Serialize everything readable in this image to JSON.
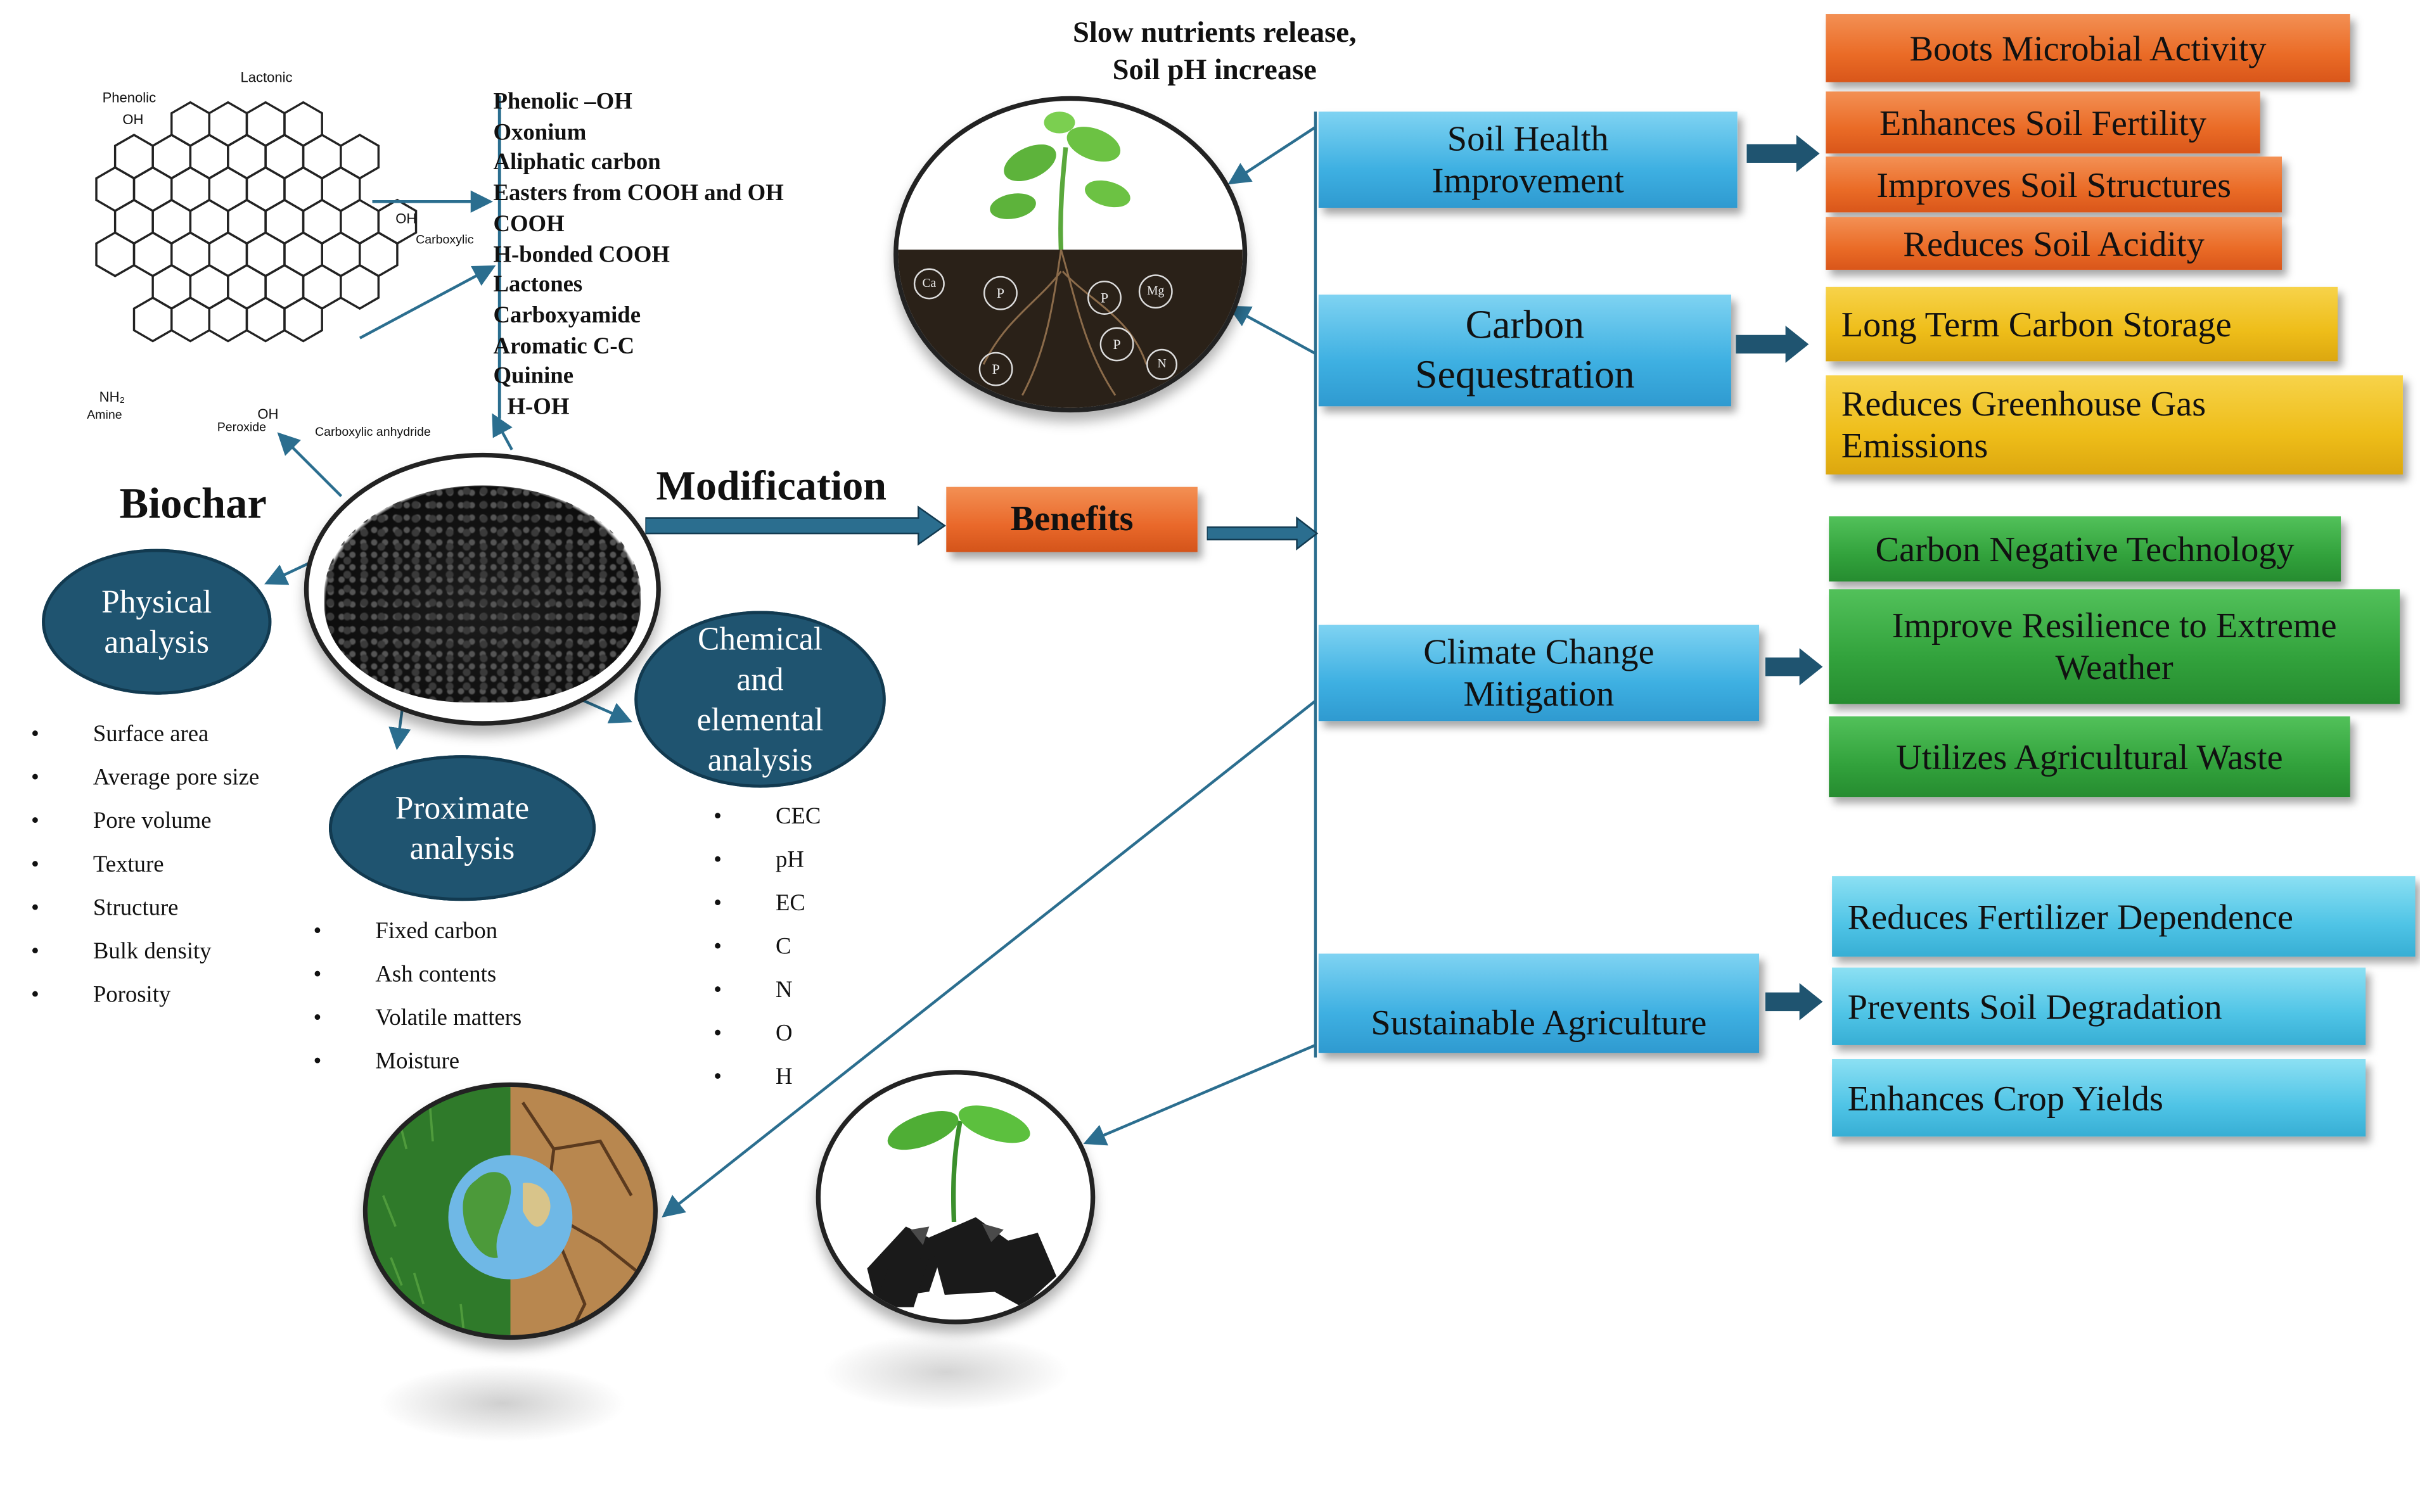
{
  "molecule": {
    "labels": {
      "phenolic": "Phenolic",
      "oh_top": "OH",
      "lactonic": "Lactonic",
      "carboxylic": "Carboxylic",
      "oh_right": "OH",
      "amine": "Amine",
      "nh2": "NH₂",
      "peroxide": "Peroxide",
      "oh_bottom": "OH",
      "anhydride": "Carboxylic anhydride"
    },
    "functional_groups": [
      "Phenolic –OH",
      "Oxonium",
      "Aliphatic carbon",
      "Easters from COOH and OH",
      "COOH",
      "H-bonded COOH",
      "Lactones",
      "Carboxyamide",
      "Aromatic C-C",
      "Quinine",
      "H-OH"
    ]
  },
  "biochar": {
    "title": "Biochar",
    "modification": "Modification",
    "benefits_button": "Benefits",
    "top_caption_line1": "Slow nutrients release,",
    "top_caption_line2": "Soil pH increase"
  },
  "analyses": {
    "physical": {
      "title_line1": "Physical",
      "title_line2": "analysis",
      "items": [
        "Surface area",
        "Average pore size",
        "Pore volume",
        "Texture",
        "Structure",
        "Bulk density",
        "Porosity"
      ]
    },
    "proximate": {
      "title_line1": "Proximate",
      "title_line2": "analysis",
      "items": [
        "Fixed carbon",
        "Ash contents",
        "Volatile matters",
        "Moisture"
      ]
    },
    "chemical": {
      "title_line1": "Chemical",
      "title_line2": "and",
      "title_line3": "elemental",
      "title_line4": "analysis",
      "items": [
        "CEC",
        "pH",
        "EC",
        "C",
        "N",
        "O",
        "H"
      ]
    }
  },
  "categories": {
    "soil_health": {
      "line1": "Soil Health",
      "line2": "Improvement"
    },
    "carbon_seq": {
      "line1": "Carbon",
      "line2": "Sequestration"
    },
    "climate": {
      "line1": "Climate Change",
      "line2": "Mitigation"
    },
    "sustainable": {
      "line1": "Sustainable Agriculture"
    }
  },
  "outcomes": {
    "soil_health": [
      "Boots Microbial Activity",
      "Enhances Soil Fertility",
      "Improves Soil Structures",
      "Reduces  Soil Acidity"
    ],
    "carbon_seq": [
      "Long Term Carbon Storage",
      "Reduces Greenhouse Gas",
      "Emissions"
    ],
    "climate": [
      "Carbon Negative Technology",
      "Improve Resilience to Extreme",
      "Weather",
      "Utilizes Agricultural Waste"
    ],
    "sustainable": [
      "Reduces Fertilizer  Dependence",
      "Prevents Soil Degradation",
      "Enhances Crop Yields"
    ]
  },
  "soil_nutrient_labels": [
    "P",
    "P",
    "Mg",
    "P",
    "P",
    "Ca",
    "N"
  ],
  "colors": {
    "ellipse": "#1f5470",
    "arrow": "#2b6e8f",
    "orange": "#ea6b26",
    "yellow": "#eebd19",
    "green": "#32a23c",
    "cyan": "#4fc4e6",
    "blue": "#3eb0e2"
  }
}
